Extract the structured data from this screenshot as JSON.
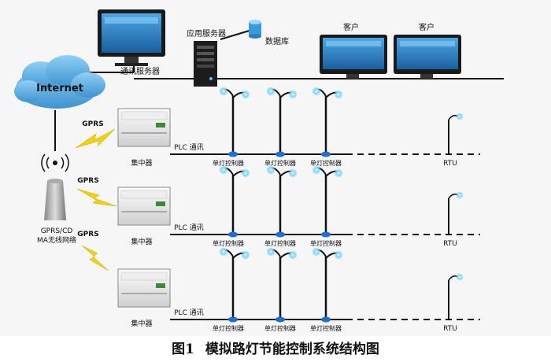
{
  "labels": {
    "internet": "Internet",
    "comm_server": "通讯服务器",
    "app_server": "应用服务器",
    "database": "数据库",
    "client_1": "客户",
    "client_2": "客户",
    "gprs_1": "GPRS",
    "gprs_2": "GPRS",
    "gprs_3": "GPRS",
    "network_line1": "GPRS/CD",
    "network_line2": "MA无线网络",
    "concentrator": "集中器",
    "plc": "PLC 通讯",
    "lamp_controller": "单灯控制器",
    "rtu": "RTU"
  },
  "caption": {
    "number": "图1",
    "title": "模拟路灯节能控制系统结构图"
  },
  "colors": {
    "cloud": "#5aa8dc",
    "lightning": "#f2d10a",
    "monitor_screen": "#2a87c9",
    "bus_line": "#111111",
    "controller_node": "#1e6fd0",
    "lamp_glow": "#7fd3ff"
  },
  "icons": [
    "cloud-icon",
    "monitor-icon",
    "server-icon",
    "database-icon",
    "antenna-tower-icon",
    "lightning-icon",
    "concentrator-icon",
    "street-lamp-icon"
  ]
}
